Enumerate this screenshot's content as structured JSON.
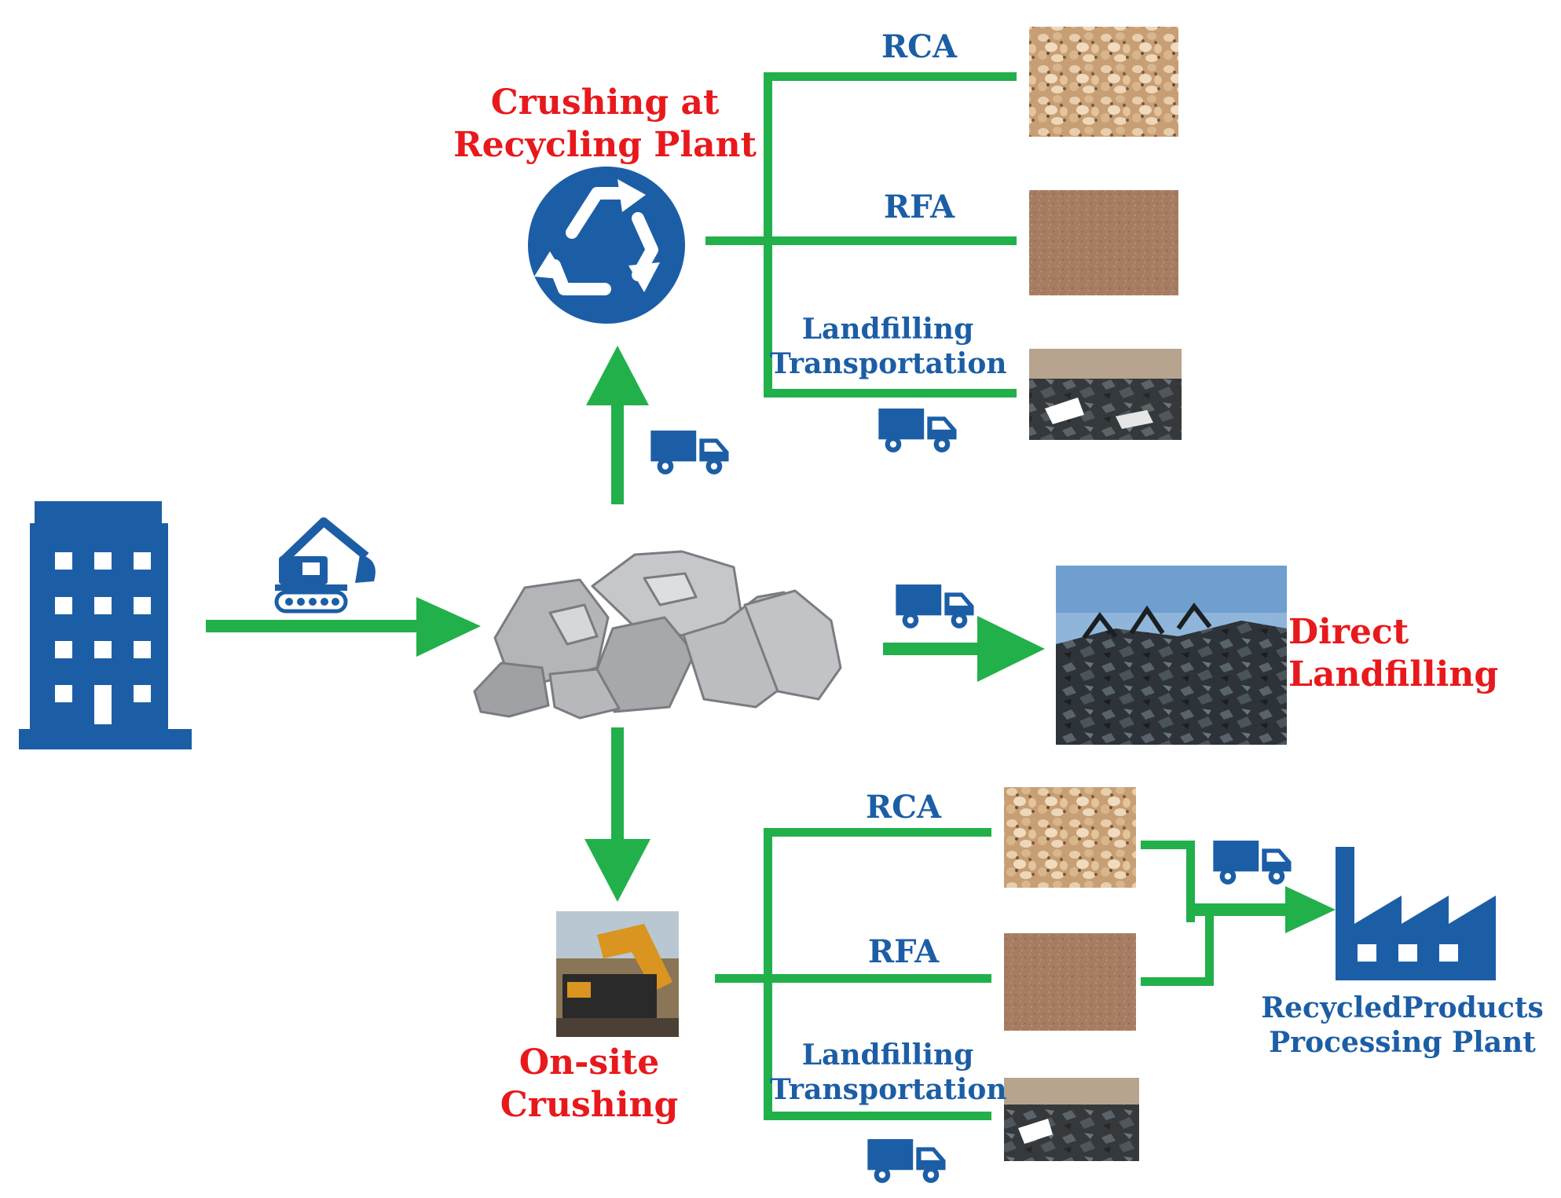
{
  "stages": {
    "recycling_plant": {
      "line1": "Crushing at",
      "line2": "Recycling Plant"
    },
    "direct_landfilling": {
      "line1": "Direct",
      "line2": "Landfilling"
    },
    "onsite_crushing": {
      "label": "On-site Crushing"
    },
    "processing_plant": {
      "line1": "RecycledProducts",
      "line2": "Processing Plant"
    }
  },
  "top_outputs": {
    "rca": "RCA",
    "rfa": "RFA",
    "landfill_line1": "Landfilling",
    "landfill_line2": "Transportation"
  },
  "bottom_outputs": {
    "rca": "RCA",
    "rfa": "RFA",
    "landfill_line1": "Landfilling",
    "landfill_line2": "Transportation"
  },
  "colors": {
    "arrow_green": "#22b04b",
    "icon_blue": "#1c5ea6",
    "stage_red": "#e8191c",
    "output_blue": "#1c5ea6"
  },
  "icons": [
    "building-icon",
    "excavator-icon",
    "debris-rocks-icon",
    "recycle-icon",
    "truck-icon",
    "crusher-machine-icon",
    "factory-icon"
  ]
}
